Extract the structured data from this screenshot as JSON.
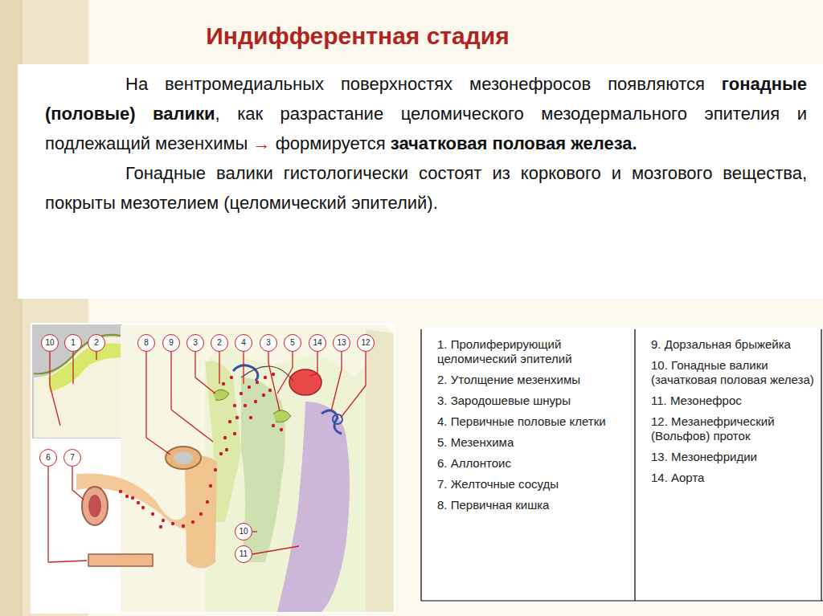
{
  "diagram": {
    "title": "Индифферентная стадия",
    "nodes": [
      {
        "text": [
          "На вентромедиальных поверхностях мезонефросов появляются",
          "гонадные (половые) валики",
          ", как разрастание целомического мезодермального эпителия и подлежащий мезенхимы",
          "→",
          "формируется",
          "зачатковая половая железа.",
          "Гонадные валики гистологически состоят из коркового и мозгового вещества, покрыты мезотелием (целомический эпителий)."
        ]
      },
      {
        "text": [
          "1. Пролиферирующий целомический эпителий",
          "2. Утолщение мезенхимы",
          "3. Зародошевые шнуры",
          "4. Первичные половые клетки",
          "5. Мезенхима",
          "6. Аллонтоис",
          "7. Желточные сосуды",
          "8. Первичная кишка"
        ]
      },
      {
        "text": [
          "9. Дорзальная брыжейка",
          "10. Гонадные валики (зачатковая половая железа)",
          "11. Мезонефрос",
          "12. Мезанефрический (Вольфов) проток",
          "13. Мезонефридии",
          "14. Аорта"
        ]
      }
    ],
    "labels": [
      "10",
      "1",
      "2",
      "8",
      "9",
      "3",
      "2",
      "4",
      "3",
      "5",
      "14",
      "13",
      "12",
      "6",
      "7",
      "10",
      "11"
    ]
  }
}
